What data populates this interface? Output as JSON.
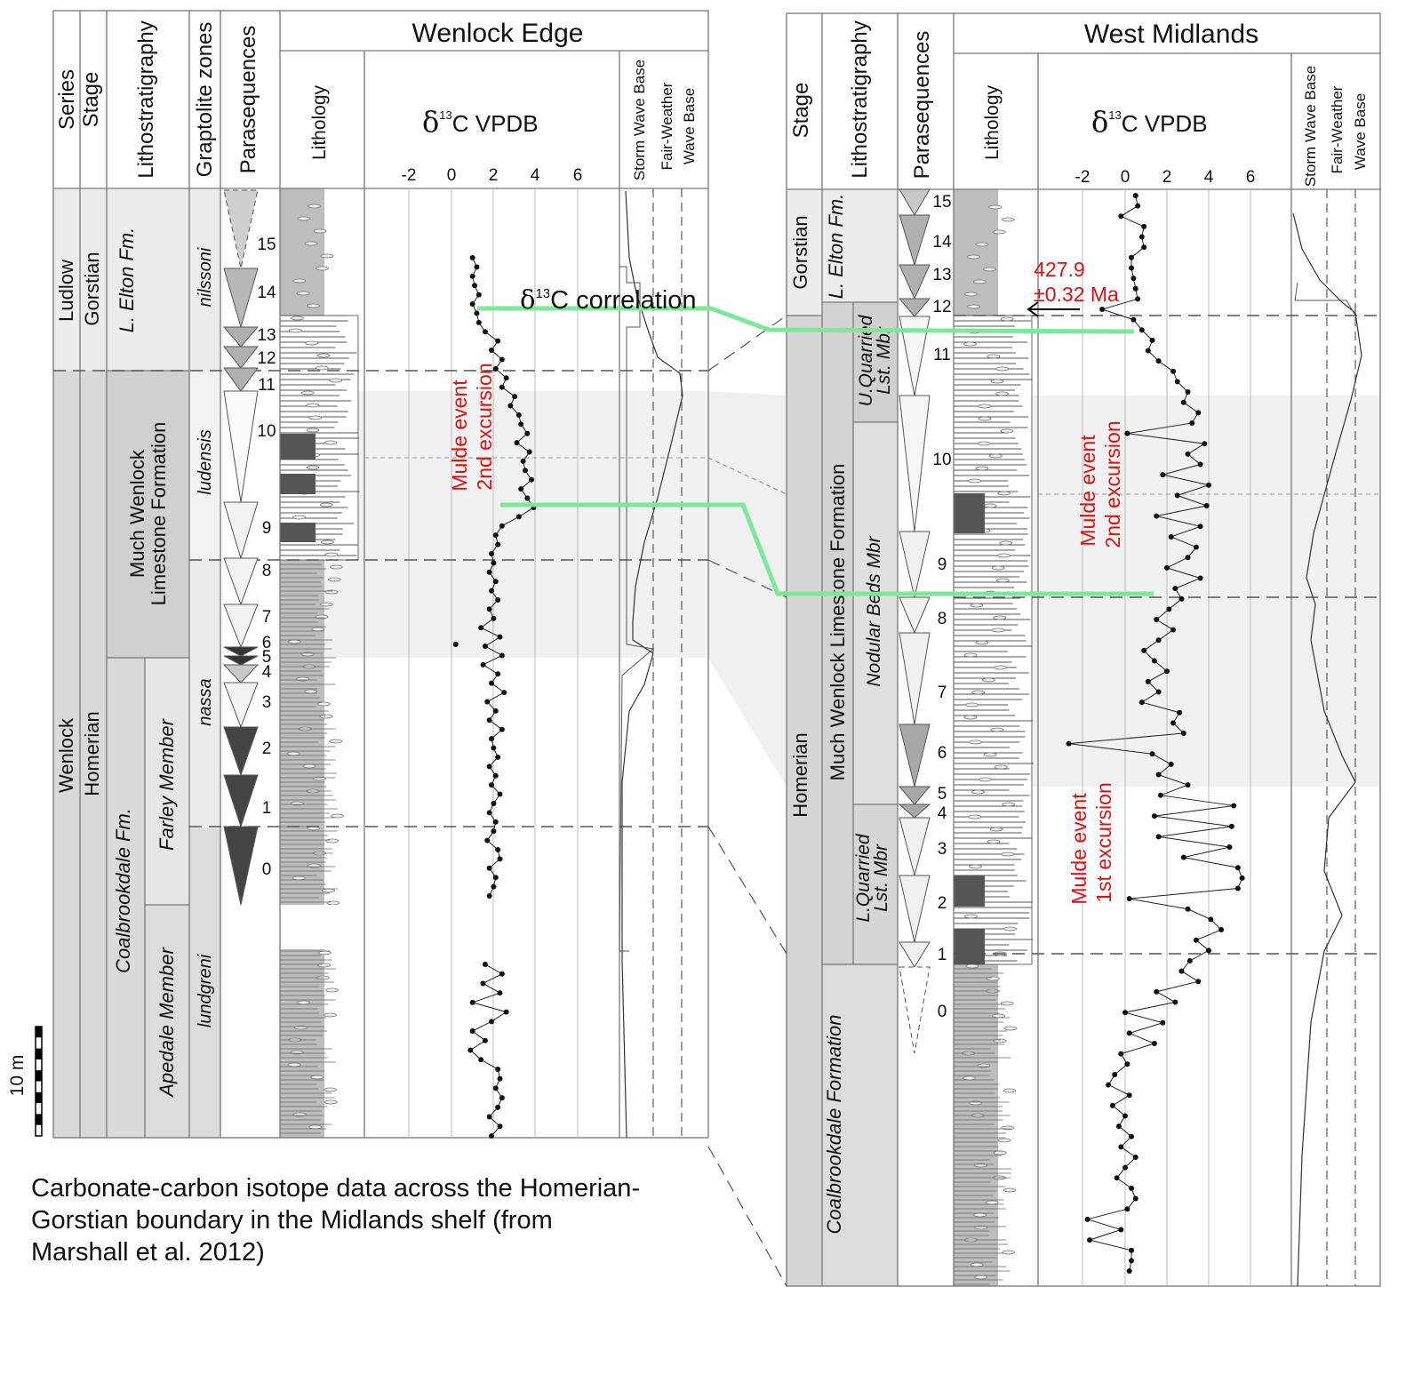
{
  "left_panel": {
    "title": "Wenlock Edge",
    "headers": {
      "series": "Series",
      "stage": "Stage",
      "lithostratigraphy": "Lithostratigraphy",
      "graptolite": "Graptolite zones",
      "parasequences": "Parasequences",
      "lithology": "Lithology",
      "delta": "δ",
      "sup": "13",
      "isotope": "C  VPDB",
      "storm": "Storm Wave Base",
      "fair1": "Fair-Weather",
      "fair2": "Wave Base"
    },
    "axis_ticks": [
      "-2",
      "0",
      "2",
      "4",
      "6"
    ],
    "series": [
      "Ludlow",
      "Wenlock"
    ],
    "stages": [
      "Gorstian",
      "Homerian"
    ],
    "litho": {
      "elton": "L. Elton Fm.",
      "mwl1": "Much Wenlock",
      "mwl2": "Limestone Formation",
      "coal": "Coalbrookdale Fm.",
      "farley": "Farley Member",
      "apedale": "Apedale Member"
    },
    "graptolite_zones": [
      "nilssoni",
      "ludensis",
      "nassa",
      "lundgreni"
    ],
    "parasequences": [
      "15",
      "14",
      "13",
      "12",
      "11",
      "10",
      "9",
      "8",
      "7",
      "6",
      "5",
      "4",
      "3",
      "2",
      "1",
      "0"
    ],
    "curve_upper": [
      1.0,
      1.2,
      1.0,
      1.1,
      1.3,
      1.0,
      1.2,
      1.3,
      1.6,
      2.2,
      1.9,
      2.4,
      2.1,
      2.6,
      2.4,
      3.0,
      2.8,
      3.2,
      3.3,
      3.6,
      3.1,
      3.7,
      3.4,
      3.5,
      3.8,
      3.3,
      3.6,
      3.9,
      3.2,
      2.4,
      2.1,
      2.2,
      1.9,
      2.0,
      1.8,
      2.1,
      1.9,
      2.2,
      1.8,
      2.0,
      1.4,
      2.3,
      1.6,
      2.4,
      1.5,
      2.2,
      1.9,
      2.5,
      1.7,
      2.1,
      1.8,
      2.4,
      1.9,
      2.0,
      2.2,
      1.8,
      2.1,
      1.9,
      2.3,
      2.0,
      1.8,
      2.1,
      2.0,
      1.7,
      2.2,
      2.3,
      1.8,
      2.1,
      2.0,
      1.8
    ],
    "curve_lower": [
      1.6,
      2.4,
      1.5,
      2.3,
      1.0,
      2.6,
      1.9,
      1.0,
      1.6,
      0.9,
      1.4,
      2.2,
      2.3,
      2.1,
      2.4,
      2.2,
      1.8,
      2.3,
      1.9
    ],
    "outlier": 0.2
  },
  "right_panel": {
    "title": "West Midlands",
    "headers": {
      "stage": "Stage",
      "lithostratigraphy": "Lithostratigraphy",
      "parasequences": "Parasequences",
      "lithology": "Lithology",
      "delta": "δ",
      "sup": "13",
      "isotope": "C  VPDB",
      "storm": "Storm Wave Base",
      "fair1": "Fair-Weather",
      "fair2": "Wave Base"
    },
    "axis_ticks": [
      "-2",
      "0",
      "2",
      "4",
      "6"
    ],
    "stages": [
      "Gorstian",
      "Homerian"
    ],
    "litho": {
      "elton": "L. Elton Fm.",
      "mwl": "Much Wenlock Limestone Formation",
      "uq1": "U.Quarried",
      "uq2": "Lst. Mbr",
      "nodular": "Nodular Beds Mbr",
      "lq1": "L.Quarried",
      "lq2": "Lst. Mbr",
      "coal": "Coalbrookdale Formation"
    },
    "parasequences": [
      "15",
      "14",
      "13",
      "12",
      "11",
      "10",
      "9",
      "8",
      "7",
      "6",
      "5",
      "4",
      "3",
      "2",
      "1",
      "0"
    ],
    "curve": [
      0.5,
      0.6,
      -0.2,
      0.9,
      0.8,
      0.9,
      0.3,
      0.3,
      0.4,
      0.5,
      0.6,
      -1.1,
      0.4,
      0.8,
      1.3,
      1.1,
      1.6,
      2.3,
      2.5,
      3.0,
      2.8,
      3.5,
      3.2,
      0.1,
      3.8,
      3.0,
      3.6,
      1.8,
      4.0,
      2.5,
      3.9,
      1.5,
      3.6,
      2.2,
      3.4,
      3.0,
      2.0,
      3.6,
      2.4,
      2.7,
      2.1,
      1.5,
      2.3,
      1.6,
      0.9,
      1.4,
      2.0,
      1.1,
      1.6,
      0.8,
      2.6,
      2.3,
      2.8,
      -2.7,
      1.3,
      2.2,
      1.6,
      3.0,
      1.7,
      5.2,
      1.4,
      5.1,
      1.6,
      5.0,
      2.8,
      5.4,
      5.6,
      5.4,
      0.2,
      3.0,
      4.1,
      4.6,
      3.4,
      4.0,
      3.1,
      2.7,
      3.5,
      1.5,
      2.4,
      0,
      1.8,
      0.2,
      1.4,
      -0.2,
      0.1,
      -0.5,
      -0.8,
      0.2,
      -0.6,
      0,
      -0.3,
      0.3,
      -0.2,
      0.5,
      0,
      -0.4,
      0.3,
      0.5,
      0.1,
      -1.8,
      -0.2,
      -1.7,
      0.3,
      0.3,
      0.2
    ],
    "age_label_1": "427.9",
    "age_label_2": "±0.32 Ma"
  },
  "annotations": {
    "correlation_delta": "δ",
    "correlation_sup": "13",
    "correlation_text": "C correlation",
    "mulde_left_1": "Mulde event",
    "mulde_left_2": "2nd excursion",
    "mulde_right2_1": "Mulde event",
    "mulde_right2_2": "2nd excursion",
    "mulde_right1_1": "Mulde event",
    "mulde_right1_2": "1st excursion",
    "scale": "10 m"
  },
  "caption": {
    "line1": "Carbonate-carbon isotope data across the Homerian-",
    "line2": "Gorstian boundary in the Midlands shelf (from",
    "line3": "Marshall et al. 2012)"
  },
  "colors": {
    "correlation": "#7ee89a",
    "annotation": "#e01010",
    "light": "#eeeeee",
    "mid": "#d8d8d8",
    "dark": "#444444"
  }
}
